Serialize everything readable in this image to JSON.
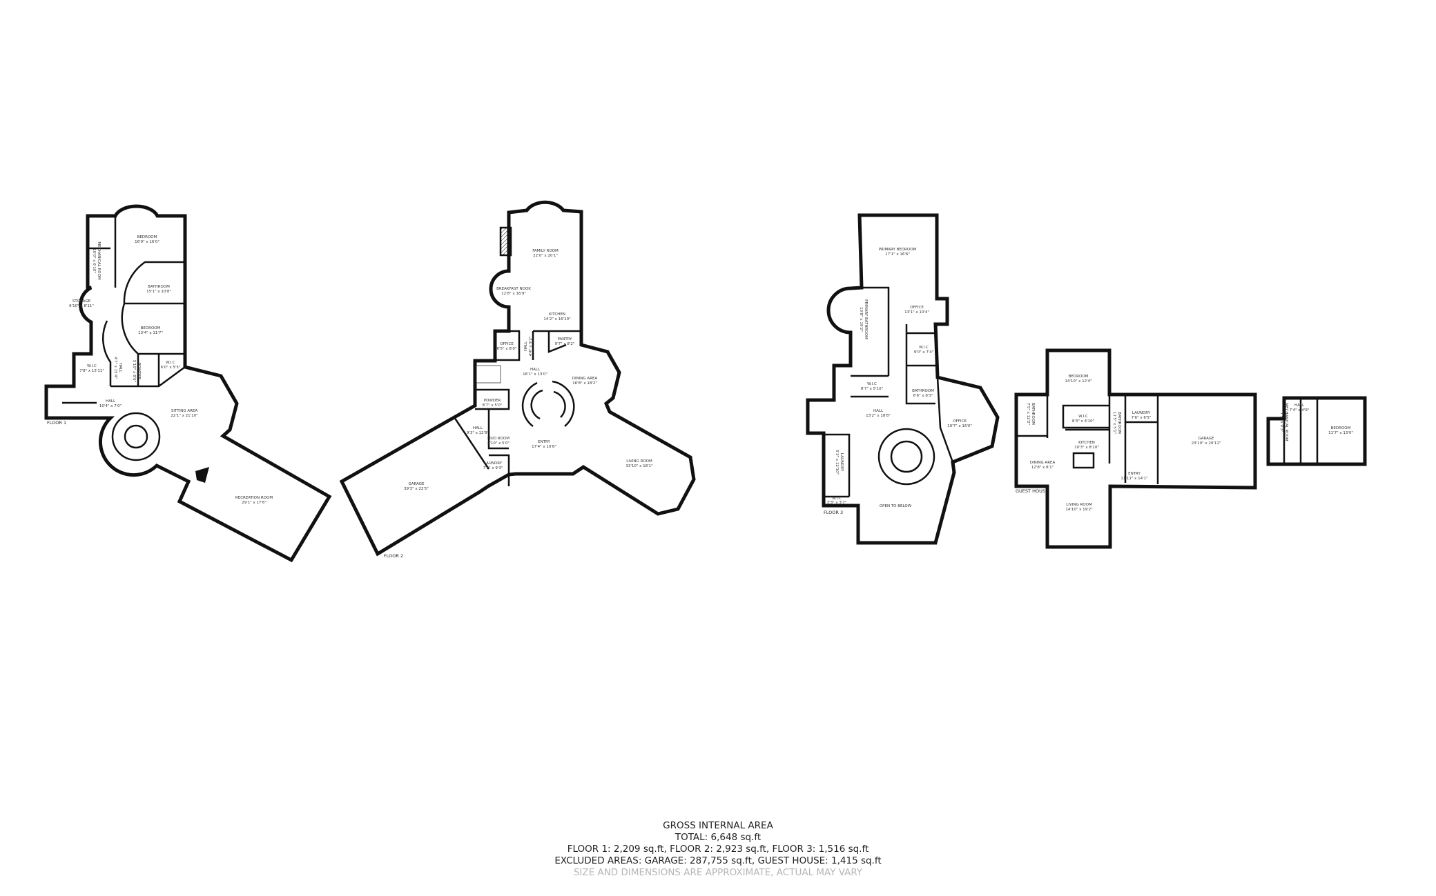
{
  "floor1": {
    "label": "FLOOR 1",
    "rooms": [
      {
        "name": "BEDROOM",
        "dims": "16'9\" x 16'0\""
      },
      {
        "name": "BATHROOM",
        "dims": "15'1\" x 10'8\""
      },
      {
        "name": "STORAGE",
        "dims": "6'10\" x 8'11\""
      },
      {
        "name": "BEDROOM",
        "dims": "13'4\" x 11'7\""
      },
      {
        "name": "W.I.C",
        "dims": "7'8\" x 15'11\""
      },
      {
        "name": "HALL",
        "dims": "4'7\" x 15'4\""
      },
      {
        "name": "POWDER",
        "dims": "5'10\" x 8'6\""
      },
      {
        "name": "W.I.C",
        "dims": "6'0\" x 5'5\""
      },
      {
        "name": "HALL",
        "dims": "10'4\" x 7'0\""
      },
      {
        "name": "SITTING AREA",
        "dims": "22'1\" x 21'10\""
      },
      {
        "name": "RECREATION ROOM",
        "dims": "29'1\" x 17'6\""
      },
      {
        "name": "MECHANICAL ROOM",
        "dims": "10'0\" x 6'10\""
      }
    ]
  },
  "floor2": {
    "label": "FLOOR 2",
    "rooms": [
      {
        "name": "FAMILY ROOM",
        "dims": "22'0\" x 20'1\""
      },
      {
        "name": "BREAKFAST NOOK",
        "dims": "12'8\" x 16'9\""
      },
      {
        "name": "KITCHEN",
        "dims": "14'2\" x 16'10\""
      },
      {
        "name": "OFFICE",
        "dims": "6'5\" x 8'0\""
      },
      {
        "name": "HALL",
        "dims": "4'4\" x 9'2\""
      },
      {
        "name": "PANTRY",
        "dims": "9'7\" x 8'2\""
      },
      {
        "name": "HALL",
        "dims": "16'1\" x 13'0\""
      },
      {
        "name": "DINING AREA",
        "dims": "16'8\" x 18'2\""
      },
      {
        "name": "POWDER",
        "dims": "8'7\" x 5'0\""
      },
      {
        "name": "HALL",
        "dims": "9'3\" x 12'9\""
      },
      {
        "name": "MUD ROOM",
        "dims": "4'10\" x 5'0\""
      },
      {
        "name": "LAUNDRY",
        "dims": "7'5\" x 9'3\""
      },
      {
        "name": "ENTRY",
        "dims": "17'4\" x 10'6\""
      },
      {
        "name": "LIVING ROOM",
        "dims": "33'10\" x 18'1\""
      },
      {
        "name": "GARAGE",
        "dims": "39'3\" x 22'5\""
      }
    ]
  },
  "floor3": {
    "label": "FLOOR 3",
    "rooms": [
      {
        "name": "PRIMARY BEDROOM",
        "dims": "17'1\" x 16'6\""
      },
      {
        "name": "PRIMARY BATHROOM",
        "dims": "13'8\" x 19'2\""
      },
      {
        "name": "OFFICE",
        "dims": "13'1\" x 10'4\""
      },
      {
        "name": "W.I.C",
        "dims": "9'0\" x 7'4\""
      },
      {
        "name": "W.I.C",
        "dims": "8'7\" x 5'10\""
      },
      {
        "name": "BATHROOM",
        "dims": "6'6\" x 8'3\""
      },
      {
        "name": "HALL",
        "dims": "13'2\" x 18'8\""
      },
      {
        "name": "OFFICE",
        "dims": "19'7\" x 16'0\""
      },
      {
        "name": "LAUNDRY",
        "dims": "5'3\" x 12'10\""
      },
      {
        "name": "W.I.C",
        "dims": "3'3\" x 3'7\""
      },
      {
        "name": "OPEN TO BELOW",
        "dims": ""
      }
    ]
  },
  "guest_house": {
    "label": "GUEST HOUSE",
    "rooms": [
      {
        "name": "BEDROOM",
        "dims": "14'10\" x 12'4\""
      },
      {
        "name": "BATHROOM",
        "dims": "7'5\" x 12'2\""
      },
      {
        "name": "W.I.C",
        "dims": "8'3\" x 4'10\""
      },
      {
        "name": "BATHROOM",
        "dims": "11'5\" x 5'1\""
      },
      {
        "name": "LAUNDRY",
        "dims": "7'6\" x 6'5\""
      },
      {
        "name": "KITCHEN",
        "dims": "10'3\" x 8'10\""
      },
      {
        "name": "DINING AREA",
        "dims": "12'8\" x 8'1\""
      },
      {
        "name": "ENTRY",
        "dims": "11'11\" x 14'1\""
      },
      {
        "name": "GARAGE",
        "dims": "23'10\" x 20'11\""
      },
      {
        "name": "LIVING ROOM",
        "dims": "14'10\" x 19'2\""
      },
      {
        "name": "HALL",
        "dims": "7'4\" x 4'9\""
      },
      {
        "name": "BEDROOM",
        "dims": "11'7\" x 13'0\""
      },
      {
        "name": "MECHANICAL ROOM",
        "dims": "7'5\" x 9'3\""
      }
    ]
  },
  "summary": {
    "title": "GROSS INTERNAL AREA",
    "total": "TOTAL: 6,648 sq.ft",
    "floors": "FLOOR 1: 2,209 sq.ft, FLOOR 2: 2,923 sq.ft, FLOOR 3: 1,516 sq.ft",
    "excluded": "EXCLUDED AREAS: GARAGE: 287,755 sq.ft, GUEST HOUSE: 1,415 sq.ft",
    "disclaimer": "SIZE AND DIMENSIONS ARE APPROXIMATE, ACTUAL MAY VARY"
  },
  "colors": {
    "walls": "#111111",
    "text": "#222222",
    "disclaimer": "#b5b5b5"
  }
}
